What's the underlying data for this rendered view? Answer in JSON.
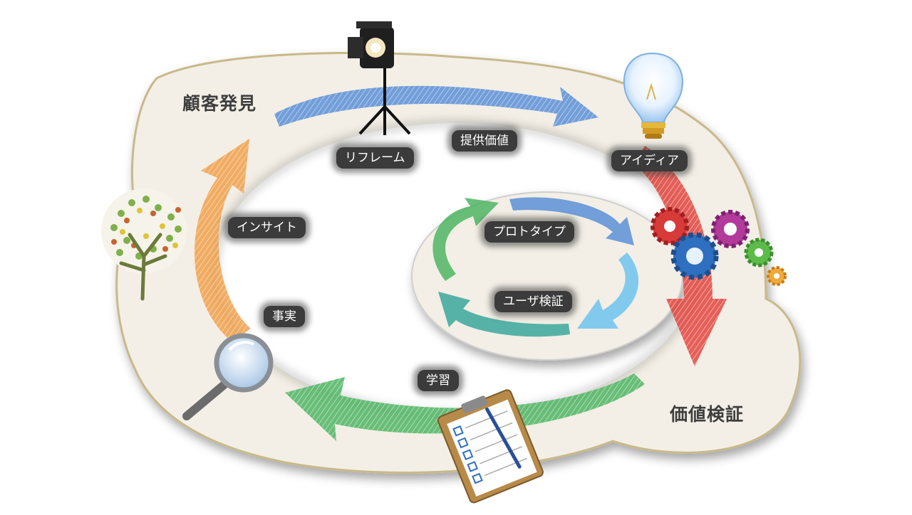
{
  "phases": {
    "customer_discovery": "顧客発見",
    "value_validation": "価値検証"
  },
  "steps": {
    "reframe": "リフレーム",
    "value_proposition": "提供価値",
    "idea": "アイディア",
    "insight": "インサイト",
    "facts": "事実",
    "learning": "学習",
    "prototype": "プロトタイプ",
    "user_validation": "ユーザ検証"
  },
  "colors": {
    "arrow_top": "#5b8fd6",
    "arrow_right": "#e2453e",
    "arrow_bottom": "#4fb563",
    "arrow_left": "#f0a04b",
    "inner_top": "#5b8fd6",
    "inner_right": "#6cc3ee",
    "inner_bottom": "#3aa79a",
    "inner_left": "#4fb563",
    "board": "#f3efe6",
    "board_edge": "#c8b98a"
  },
  "icons": [
    "spotlight-icon",
    "lightbulb-icon",
    "gears-icon",
    "clipboard-icon",
    "magnifier-icon",
    "tree-icon"
  ]
}
